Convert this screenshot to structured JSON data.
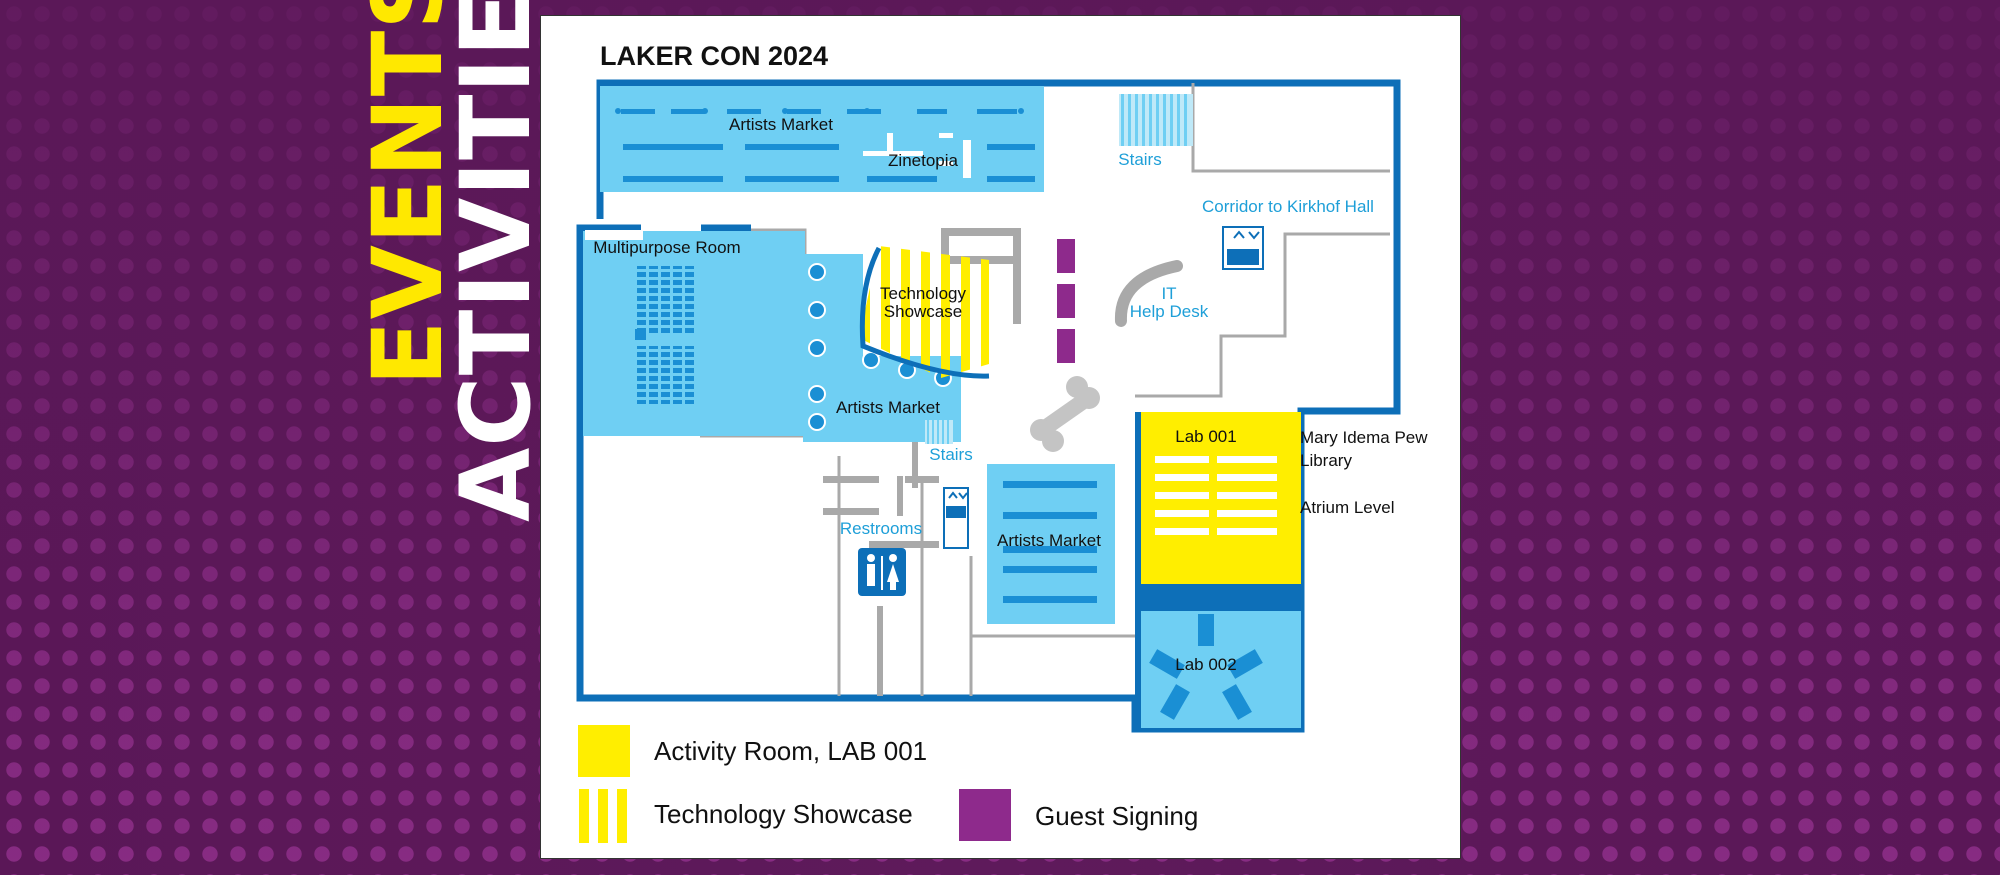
{
  "side_title": {
    "events": "EVENTS",
    "activities": "ACTIVITIES"
  },
  "map": {
    "title": "LAKER CON 2024",
    "labels": {
      "artists_market_top": "Artists Market",
      "zinetopia": "Zinetopia",
      "stairs_top": "Stairs",
      "corridor": "Corridor to Kirkhof Hall",
      "multipurpose_room": "Multipurpose Room",
      "technology_showcase_line1": "Technology",
      "technology_showcase_line2": "Showcase",
      "it_help_desk_line1": "IT",
      "it_help_desk_line2": "Help Desk",
      "artists_market_middle": "Artists Market",
      "stairs_middle": "Stairs",
      "restrooms": "Restrooms",
      "artists_market_lower": "Artists Market",
      "lab_001": "Lab 001",
      "lab_002": "Lab 002",
      "library_line1": "Mary Idema Pew",
      "library_line2": "Library",
      "atrium_level": "Atrium Level"
    },
    "icons": [
      "elevator-icon",
      "restroom-icon",
      "elevator-icon"
    ]
  },
  "legend": {
    "items": [
      {
        "label": "Activity Room, LAB 001",
        "swatch": "solid-yellow",
        "color": "#ffee00"
      },
      {
        "label": "Technology Showcase",
        "swatch": "yellow-stripes",
        "color": "#ffee00"
      },
      {
        "label": "Guest Signing",
        "swatch": "solid-purple",
        "color": "#8e2a8c"
      }
    ]
  },
  "colors": {
    "background_purple": "#5b1858",
    "accent_yellow": "#ffe800",
    "wall_blue": "#0d6fb8",
    "room_light_blue": "#6fcff3",
    "lab_yellow": "#ffee00",
    "guest_signing_purple": "#8e2a8c",
    "label_blue": "#1e9fd8"
  }
}
